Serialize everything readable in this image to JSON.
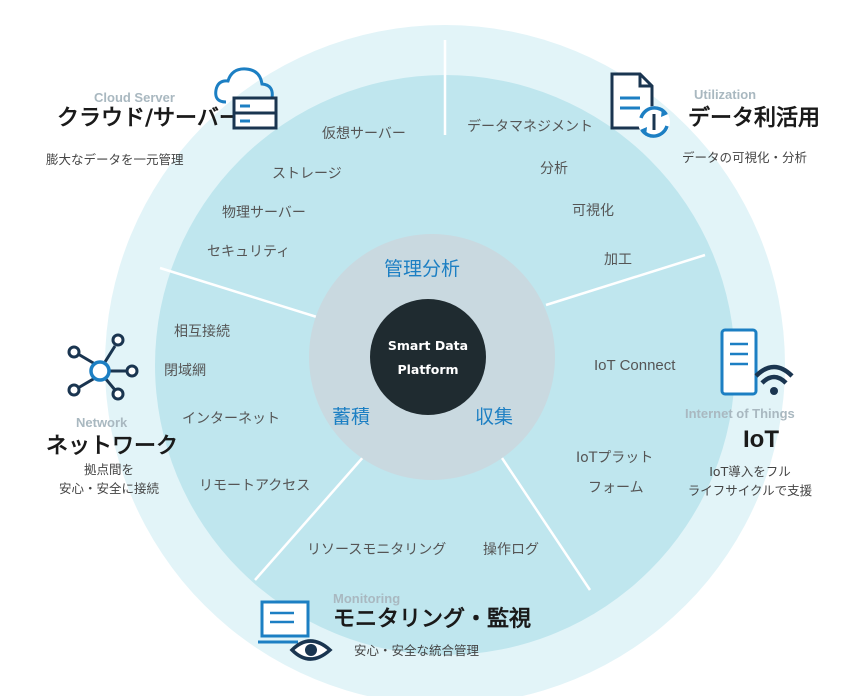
{
  "center": {
    "label": "Smart Data\nPlatform"
  },
  "inner_categories": {
    "top": "管理分析",
    "left": "蓄積",
    "right": "収集"
  },
  "segments": {
    "cloud": {
      "items": [
        "仮想サーバー",
        "ストレージ",
        "物理サーバー",
        "セキュリティ"
      ]
    },
    "utilization": {
      "items": [
        "データマネジメント",
        "分析",
        "可視化",
        "加工"
      ]
    },
    "iot": {
      "items": [
        "IoT Connect",
        "IoTプラットフォーム"
      ],
      "item2_line1": "IoTプラット",
      "item2_line2": "フォーム"
    },
    "monitoring": {
      "items": [
        "リソースモニタリング",
        "操作ログ"
      ]
    },
    "network": {
      "items": [
        "相互接続",
        "閉域網",
        "インターネット",
        "リモートアクセス"
      ]
    }
  },
  "callouts": {
    "cloud": {
      "en": "Cloud Server",
      "title": "クラウド/サーバー",
      "desc": "膨大なデータを一元管理"
    },
    "utilization": {
      "en": "Utilization",
      "title": "データ利活用",
      "desc": "データの可視化・分析"
    },
    "iot": {
      "en": "Internet of Things",
      "title": "IoT",
      "desc": "IoT導入をフル\nライフサイクルで支援"
    },
    "monitoring": {
      "en": "Monitoring",
      "title": "モニタリング・監視",
      "desc": "安心・安全な統合管理"
    },
    "network": {
      "en": "Network",
      "title": "ネットワーク",
      "desc": "拠点間を\n安心・安全に接続"
    }
  },
  "colors": {
    "outer_ring": "#e2f4f8",
    "wheel": "#bfe6ee",
    "inner_ring": "#c9d9e0",
    "center": "#1f2b30",
    "divider": "#ffffff",
    "icon_blue": "#1c7fc3",
    "icon_dark": "#1a3550"
  },
  "icons": {
    "cloud": "cloud-server-icon",
    "utilization": "document-refresh-icon",
    "iot": "smartphone-wifi-icon",
    "monitoring": "monitor-eye-icon",
    "network": "network-nodes-icon"
  }
}
